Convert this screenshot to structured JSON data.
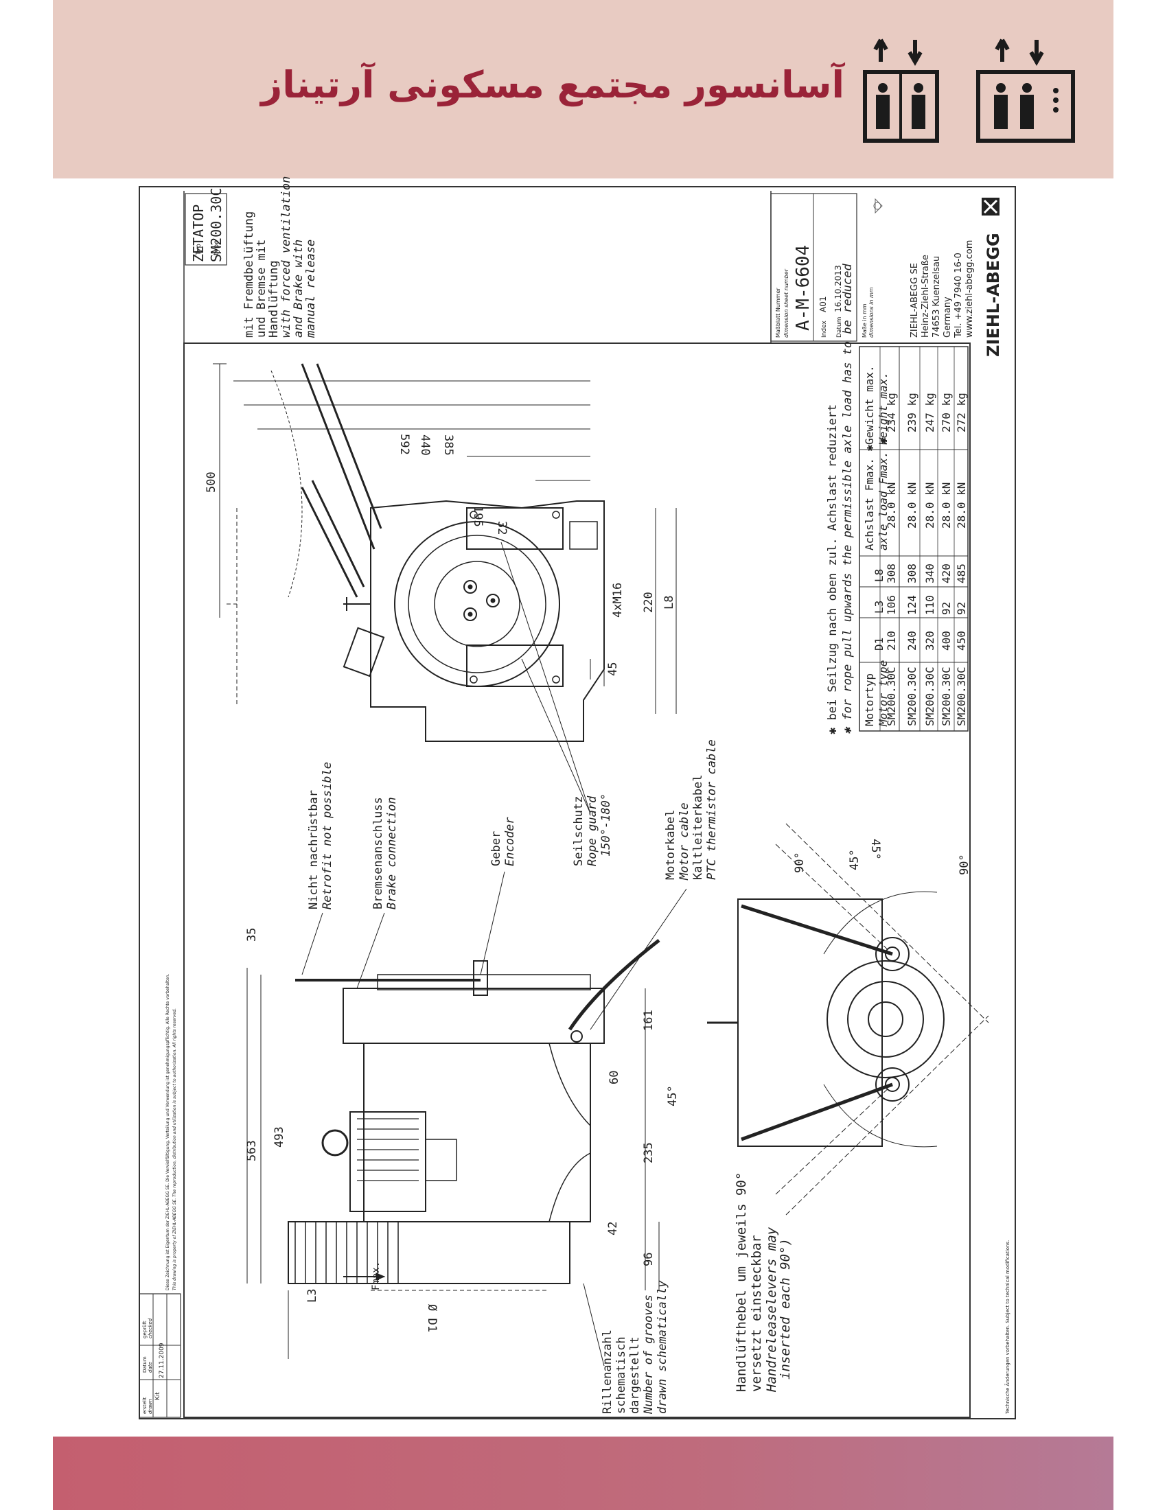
{
  "header": {
    "title": "آسانسور مجتمع مسکونی آرتیناز",
    "icons": [
      "elevator-passengers-icon",
      "elevator-passengers-buttons-icon"
    ]
  },
  "drawing": {
    "title_block": {
      "typ_label": "Typ",
      "type_label": "type",
      "model_line1": "ZETATOP",
      "model_line2": "SM200.30C",
      "desc_de1": "mit Fremdbelüftung",
      "desc_de2": "und Bremse mit",
      "desc_de3": "Handlüftung",
      "desc_en1": "with forced ventilation",
      "desc_en2": "and Brake with",
      "desc_en3": "manual release",
      "sheet_label": "Maßblatt Nummer",
      "sheet_label_en": "dimension sheet number",
      "sheet_number": "A-M-6604",
      "index_label": "Index",
      "index_value": "A01",
      "date_label": "Datum",
      "date_value": "16.10.2013",
      "units_label": "Maße in mm",
      "units_label_en": "dimensions in mm",
      "company": "ZIEHL-ABEGG SE",
      "street": "Heinz-Ziehl-Straße",
      "city": "74653 Kuenzelsau",
      "country": "Germany",
      "tel": "Tel. +49 7940 16-0",
      "web": "www.ziehl-abegg.com",
      "logo": "ZIEHL-ABEGG"
    },
    "drawn_block": {
      "drawn_label": "erstellt",
      "drawn_label_en": "drawn",
      "drawn_value": "Kit",
      "date_label": "Datum",
      "date_label_en": "date",
      "date_value": "27.11.2009",
      "checked_label": "geprüft",
      "checked_label_en": "checked"
    },
    "copyright_de": "Diese Zeichnung ist Eigentum der ZIEHL-ABEGG SE. Die Vervielfältigung, Verteilung und Verwendung ist genehmigungspflichtig. Alle Rechte vorbehalten.",
    "copyright_en": "This drawing is property of ZIEHL-ABEGG SE. The reproduction, distribution and utilization is subject to authorization. All rights reserved.",
    "footer_note": "Technische Änderungen vorbehalten. Subject to technical modifications.",
    "notes": {
      "note_de": "✱ bei Seilzug nach oben zul. Achslast reduziert",
      "note_en": "✱ for rope pull upwards the permissible axle load has to be reduced"
    },
    "table": {
      "headers": [
        "Motortyp",
        "D1",
        "L3",
        "L8",
        "Achslast Fmax. ✱",
        "Gewicht max."
      ],
      "headers_en": [
        "Motor type",
        "",
        "",
        "",
        "axle load Fmax. ✱",
        "Weight max."
      ],
      "rows": [
        [
          "SM200.30C",
          "210",
          "106",
          "308",
          "28.0 kN",
          "234 kg"
        ],
        [
          "SM200.30C",
          "240",
          "124",
          "308",
          "28.0 kN",
          "239 kg"
        ],
        [
          "SM200.30C",
          "320",
          "110",
          "340",
          "28.0 kN",
          "247 kg"
        ],
        [
          "SM200.30C",
          "400",
          "92",
          "420",
          "28.0 kN",
          "270 kg"
        ],
        [
          "SM200.30C",
          "450",
          "92",
          "485",
          "28.0 kN",
          "272 kg"
        ]
      ]
    },
    "labels": {
      "nicht_de": "Nicht nachrüstbar",
      "nicht_en": "Retrofit not possible",
      "brems_de": "Bremsenanschluss",
      "brems_en": "Brake connection",
      "geber_de": "Geber",
      "geber_en": "Encoder",
      "seil_de": "Seilschutz",
      "seil_en1": "Rope guard",
      "seil_en2": "150°-180°",
      "motor_de1": "Motorkabel",
      "motor_en1": "Motor cable",
      "motor_de2": "Kaltleiterkabel",
      "motor_en2": "PTC thermistor cable",
      "rillen1": "Rillenanzahl",
      "rillen2": "schematisch",
      "rillen3": "dargestellt",
      "rillen4": "Number of grooves",
      "rillen5": "drawn schematically",
      "hand1": "Handlüfthebel um jeweils 90°",
      "hand2": "versetzt einsteckbar",
      "hand3": "Handreleaselevers may",
      "hand4": "inserted each 90°)",
      "fmax": "Fmax."
    },
    "dims": {
      "d592": "592",
      "d440": "440",
      "d385": "385",
      "d195": "195",
      "d32": "32",
      "d500": "500",
      "d4xM16": "4xM16",
      "d220": "220",
      "L8": "L8",
      "d45": "45",
      "d35": "35",
      "d563": "563",
      "d493": "493",
      "L3": "L3",
      "D1": "Ø D1",
      "d161": "161",
      "d60": "60",
      "d235": "235",
      "d42": "42",
      "d96": "96",
      "a45a": "45°",
      "a45b": "45°",
      "a45c": "45°",
      "a90a": "90°",
      "a90b": "90°"
    }
  }
}
